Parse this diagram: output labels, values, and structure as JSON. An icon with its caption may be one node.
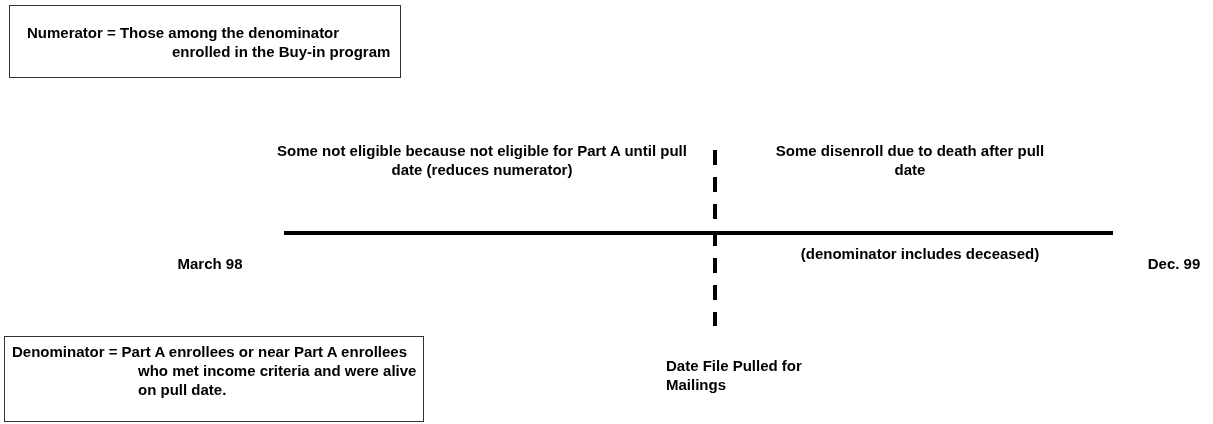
{
  "diagram": {
    "nodes": [
      {
        "text": [
          "Numerator = Those among the denominator enrolled in the Buy-in program"
        ]
      },
      {
        "text": [
          "Denominator = Part A enrollees or near Part A enrollees who met income criteria and were alive on pull date."
        ]
      }
    ],
    "labels": [
      "Some not eligible because not eligible for Part A until pull date (reduces numerator)",
      "Some disenroll due to death after pull date",
      "March 98",
      "(denominator includes deceased)",
      "Dec. 99",
      "Date File Pulled for Mailings"
    ]
  }
}
